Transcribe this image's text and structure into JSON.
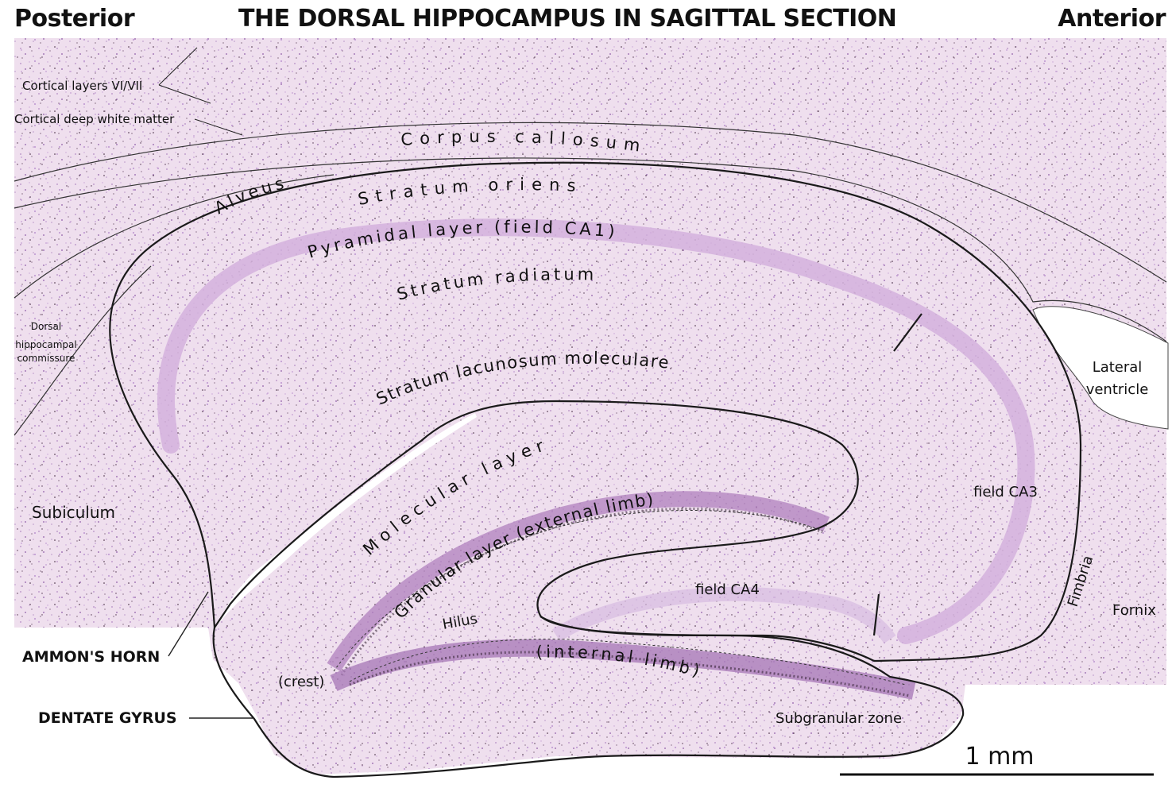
{
  "header": {
    "left": "Posterior",
    "title": "THE DORSAL HIPPOCAMPUS IN SAGITTAL SECTION",
    "right": "Anterior"
  },
  "labels": {
    "cortical_layers": "Cortical layers VI/VII",
    "cortical_white": "Cortical deep white matter",
    "corpus_callosum": "Corpus callosum",
    "alveus": "Alveus",
    "stratum_oriens": "Stratum oriens",
    "pyramidal_layer": "Pyramidal layer (field CA1)",
    "stratum_radiatum": "Stratum radiatum",
    "stratum_lm": "Stratum lacunosum moleculare",
    "molecular_layer": "Molecular layer",
    "granular_ext": "Granular layer (external limb)",
    "hilus": "Hilus",
    "internal_limb": "(internal limb)",
    "crest": "(crest)",
    "field_ca3": "field CA3",
    "field_ca4": "field CA4",
    "subgranular": "Subgranular zone",
    "dorsal_hc_1": "Dorsal",
    "dorsal_hc_2": "hippocampal",
    "dorsal_hc_3": "commissure",
    "subiculum": "Subiculum",
    "lateral_1": "Lateral",
    "lateral_2": "ventricle",
    "fimbria": "Fimbria",
    "fornix": "Fornix",
    "ammons_horn": "AMMON'S HORN",
    "dentate_gyrus": "DENTATE GYRUS",
    "scale": "1 mm"
  },
  "colors": {
    "tissue": "#efdfee",
    "cells": "#c9a2d6",
    "dark_cells": "#3a2238",
    "outline": "#1a1a1a",
    "background": "#ffffff"
  }
}
